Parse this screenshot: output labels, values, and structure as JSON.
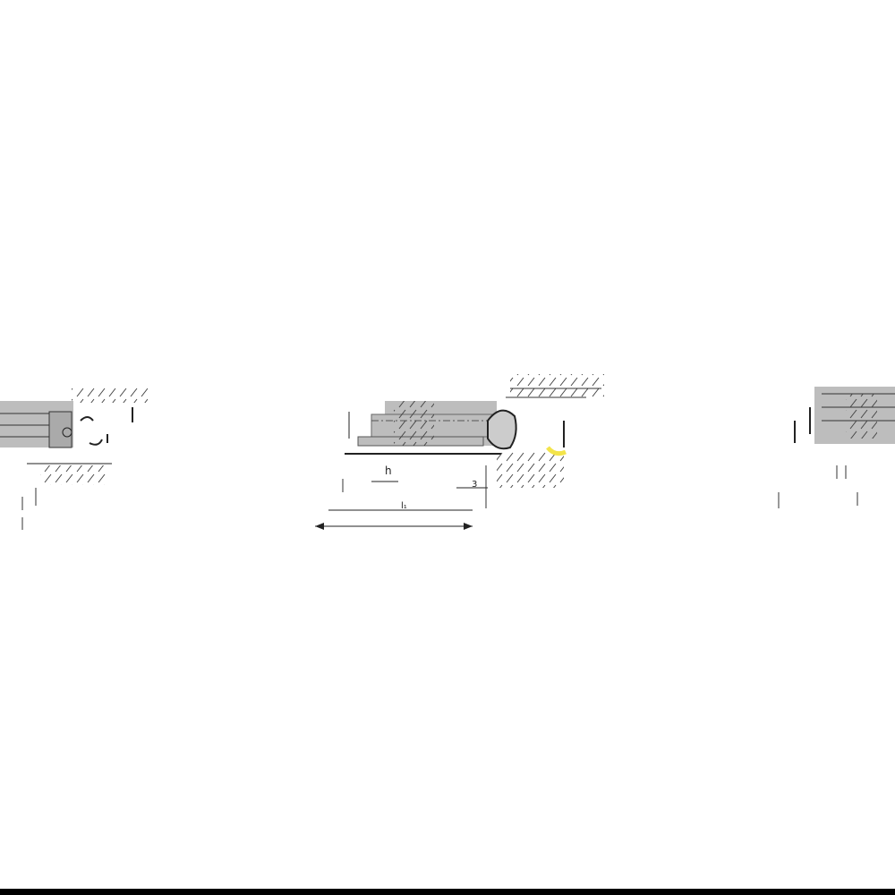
{
  "colors": {
    "background": "#ffffff",
    "profile_fill": "#bdbdbd",
    "line": "#222222",
    "bottom_bar": "#000000",
    "highlight": "#f3e44a"
  },
  "drawing": {
    "views": [
      "left-detail",
      "center-section",
      "right-detail"
    ],
    "labels": {
      "dim_h": "h",
      "dim_a3": "3",
      "dim_l1": "l₁"
    }
  }
}
